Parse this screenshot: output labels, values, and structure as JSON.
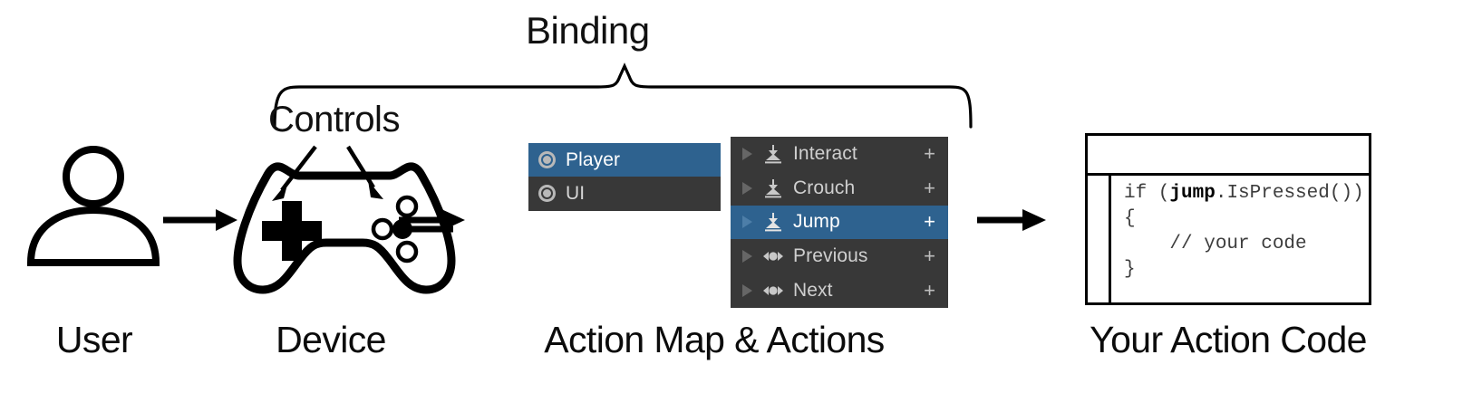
{
  "diagram": {
    "title_top": "Binding",
    "controls_label": "Controls"
  },
  "captions": [
    {
      "id": "user",
      "text": "User"
    },
    {
      "id": "device",
      "text": "Device"
    },
    {
      "id": "action-map-actions",
      "text": "Action Map & Actions"
    },
    {
      "id": "your-action-code",
      "text": "Your Action Code"
    }
  ],
  "action_map_panel": {
    "rows": [
      {
        "label": "Player",
        "selected": true,
        "icon": "action-map-icon"
      },
      {
        "label": "UI",
        "selected": false,
        "icon": "action-map-icon"
      }
    ]
  },
  "actions_panel": {
    "add_label": "+",
    "rows": [
      {
        "label": "Interact",
        "selected": false,
        "icon": "button-action-icon"
      },
      {
        "label": "Crouch",
        "selected": false,
        "icon": "button-action-icon"
      },
      {
        "label": "Jump",
        "selected": true,
        "icon": "button-action-icon"
      },
      {
        "label": "Previous",
        "selected": false,
        "icon": "axis-action-icon"
      },
      {
        "label": "Next",
        "selected": false,
        "icon": "axis-action-icon"
      }
    ]
  },
  "code_window": {
    "title": "",
    "line1_prefix": "if (",
    "line1_bold": "jump",
    "line1_suffix": ".IsPressed())",
    "line2": "{",
    "line3": "    // your code",
    "line4": "}"
  },
  "colors": {
    "selection_blue": "#2e628f",
    "panel_dark": "#383838",
    "text_light": "#cfcfcf",
    "ink": "#000000"
  },
  "icons": {
    "user": "user-icon",
    "device": "gamepad-icon",
    "flow_arrow": "arrow-right-icon",
    "brace": "curly-brace-icon"
  }
}
